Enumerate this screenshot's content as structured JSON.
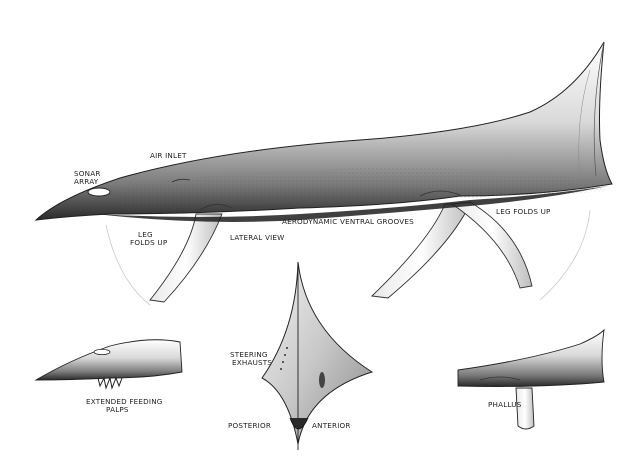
{
  "labels": {
    "sonar_array_1": "SONAR",
    "sonar_array_2": "ARRAY",
    "air_inlet": "AIR INLET",
    "leg_folds_left_1": "LEG",
    "leg_folds_left_2": "FOLDS UP",
    "lateral_view": "LATERAL VIEW",
    "aero_grooves": "AERODYNAMIC VENTRAL GROOVES",
    "leg_folds_right": "LEG FOLDS UP",
    "steering_exhausts_1": "STEERING",
    "steering_exhausts_2": "EXHAUSTS",
    "posterior": "POSTERIOR",
    "anterior": "ANTERIOR",
    "extended_palps_1": "EXTENDED FEEDING",
    "extended_palps_2": "PALPS",
    "phallus": "PHALLUS"
  }
}
